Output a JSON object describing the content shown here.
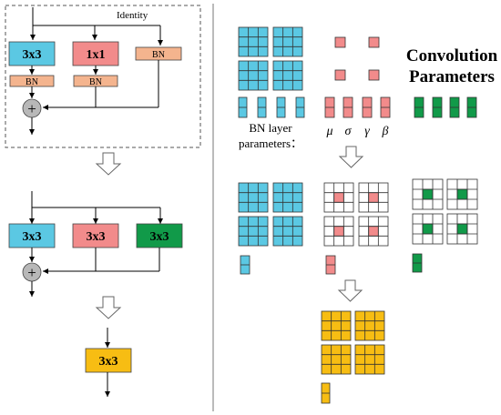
{
  "colors": {
    "blue": "#5bc8e3",
    "red": "#f28b8b",
    "orange": "#f4b48e",
    "green": "#119a49",
    "gold": "#f7bd13",
    "gray": "#b8b8b8",
    "line": "#000000",
    "divider": "#777777"
  },
  "left": {
    "identity_label": "Identity",
    "top": {
      "conv3_label": "3x3",
      "conv1_label": "1x1",
      "bn_label": "BN"
    },
    "middle": {
      "box_labels": [
        "3x3",
        "3x3",
        "3x3"
      ]
    },
    "bottom": {
      "box_label": "3x3"
    },
    "add_symbol": "+"
  },
  "right": {
    "title_line1": "Convolution",
    "title_line2": "Parameters",
    "bn_caption_line1": "BN layer",
    "bn_caption_line2": "parameters：",
    "symbols": [
      "μ",
      "σ",
      "γ",
      "β"
    ]
  }
}
